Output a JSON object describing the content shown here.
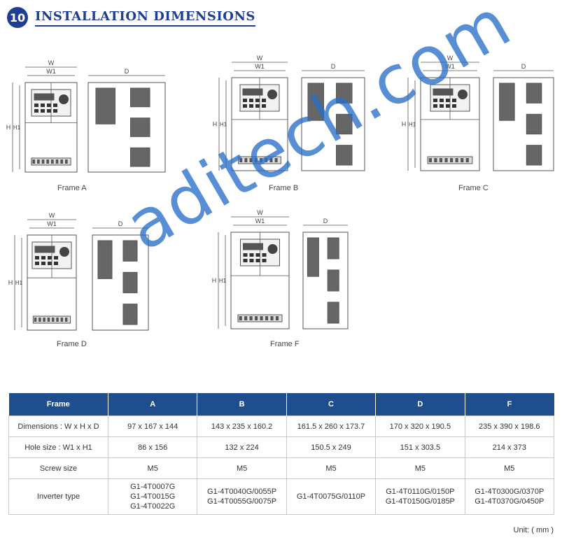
{
  "section": {
    "number": "10",
    "title": "INSTALLATION DIMENSIONS"
  },
  "frames": [
    {
      "caption": "Frame A",
      "w": "W",
      "w1": "W1",
      "h": "H",
      "h1": "H1",
      "d": "D"
    },
    {
      "caption": "Frame B",
      "w": "W",
      "w1": "W1",
      "h": "H",
      "h1": "H1",
      "d": "D"
    },
    {
      "caption": "Frame C",
      "w": "W",
      "w1": "W1",
      "h": "H",
      "h1": "H1",
      "d": "D"
    },
    {
      "caption": "Frame D",
      "w": "W",
      "w1": "W1",
      "h": "H",
      "h1": "H1",
      "d": "D"
    },
    {
      "caption": "Frame F",
      "w": "W",
      "w1": "W1",
      "h": "H",
      "h1": "H1",
      "d": "D"
    }
  ],
  "watermark": "aditech.com",
  "table": {
    "headers": [
      "Frame",
      "A",
      "B",
      "C",
      "D",
      "F"
    ],
    "rows": [
      {
        "label": "Dimensions : W x H x D",
        "cells": [
          "97 x 167 x 144",
          "143 x 235 x 160.2",
          "161.5 x 260 x 173.7",
          "170 x 320 x 190.5",
          "235 x 390 x 198.6"
        ]
      },
      {
        "label": "Hole size : W1 x H1",
        "cells": [
          "86 x 156",
          "132 x 224",
          "150.5 x 249",
          "151 x 303.5",
          "214 x 373"
        ]
      },
      {
        "label": "Screw size",
        "cells": [
          "M5",
          "M5",
          "M5",
          "M5",
          "M5"
        ]
      },
      {
        "label": "Inverter type",
        "cells": [
          [
            "G1-4T0007G",
            "G1-4T0015G",
            "G1-4T0022G"
          ],
          [
            "G1-4T0040G/0055P",
            "G1-4T0055G/0075P"
          ],
          [
            "G1-4T0075G/0110P"
          ],
          [
            "G1-4T0110G/0150P",
            "G1-4T0150G/0185P"
          ],
          [
            "G1-4T0300G/0370P",
            "G1-4T0370G/0450P"
          ]
        ]
      }
    ]
  },
  "unit_note": "Unit: ( mm )",
  "colors": {
    "accent": "#1e3f8f",
    "table_header": "#1f4e8f",
    "watermark": "#2c6ec8",
    "line": "#555555"
  }
}
